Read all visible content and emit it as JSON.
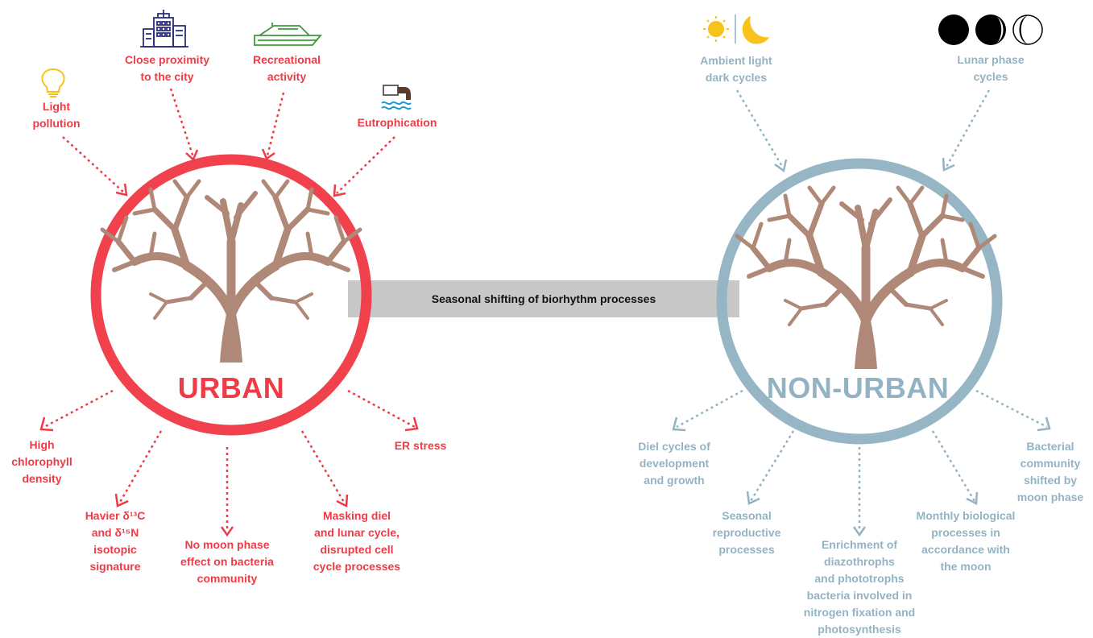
{
  "banner": {
    "text": "Seasonal shifting of biorhythm processes"
  },
  "urban": {
    "title": "URBAN",
    "color": "#ef3b46",
    "inputs": {
      "light_pollution": [
        "Light",
        "pollution"
      ],
      "city_proximity": [
        "Close proximity",
        "to the city"
      ],
      "recreational": [
        "Recreational",
        "activity"
      ],
      "eutrophication": [
        "Eutrophication"
      ]
    },
    "effects": {
      "chlorophyll": [
        "High",
        "chlorophyll",
        "density"
      ],
      "isotopic": [
        "Havier δ¹³C",
        "and δ¹⁵N",
        "isotopic",
        "signature"
      ],
      "moon_bacteria": [
        "No moon phase",
        "effect on bacteria",
        "community"
      ],
      "masking": [
        "Masking diel",
        "and lunar cycle,",
        "disrupted cell",
        "cycle processes"
      ],
      "er_stress": [
        "ER stress"
      ]
    }
  },
  "non_urban": {
    "title": "NON-URBAN",
    "color": "#93b3c3",
    "inputs": {
      "ambient": [
        "Ambient light",
        "dark cycles"
      ],
      "lunar": [
        "Lunar phase",
        "cycles"
      ]
    },
    "effects": {
      "diel": [
        "Diel cycles of",
        "development",
        "and growth"
      ],
      "seasonal": [
        "Seasonal",
        "reproductive",
        "processes"
      ],
      "enrichment": [
        "Enrichment of",
        "diazothrophs",
        "and phototrophs",
        "bacteria involved in",
        "nitrogen fixation and",
        "photosynthesis"
      ],
      "monthly": [
        "Monthly biological",
        "processes in",
        "accordance with",
        "the moon"
      ],
      "bacterial": [
        "Bacterial",
        "community",
        "shifted by",
        "moon phase"
      ]
    }
  },
  "colors": {
    "coral": "#b08878",
    "banner": "#c8c8c8",
    "sun": "#f7c21b",
    "moon": "#000000"
  },
  "icons": [
    "lightbulb-icon",
    "city-building-icon",
    "boat-icon",
    "pipe-discharge-icon",
    "sun-icon",
    "crescent-moon-icon",
    "moon-phases-icon"
  ]
}
